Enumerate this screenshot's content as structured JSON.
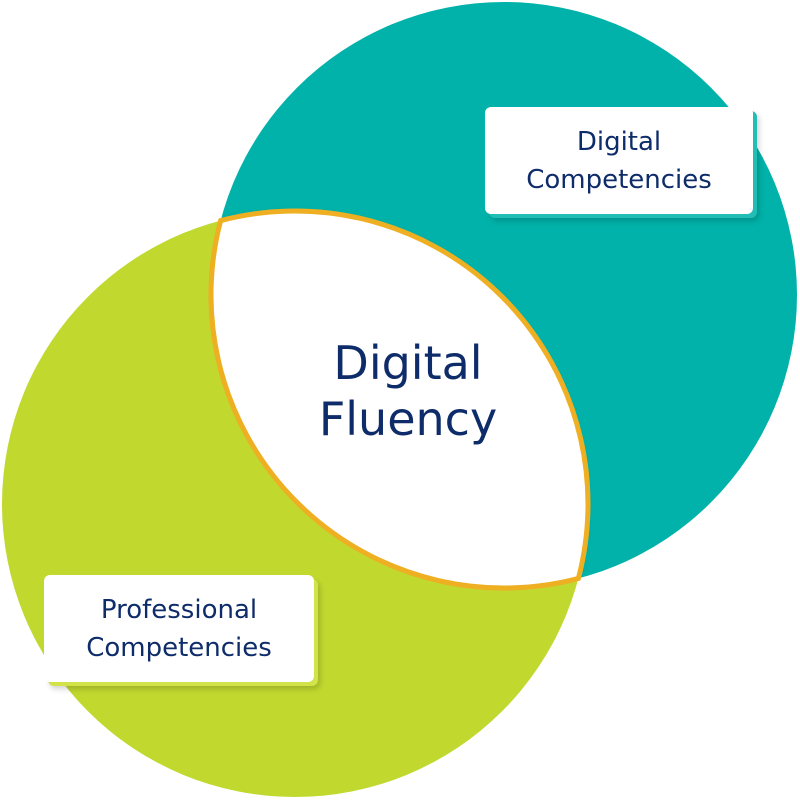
{
  "diagram": {
    "type": "venn",
    "center_label": {
      "line1": "Digital",
      "line2": "Fluency"
    },
    "sets": [
      {
        "line1": "Digital",
        "line2": "Competencies",
        "color": "#00b2a9"
      },
      {
        "line1": "Professional",
        "line2": "Competencies",
        "color": "#c1d82f"
      }
    ],
    "intersection_color": "#ffffff",
    "intersection_border": "#eeaf22",
    "text_color": "#0e2c6a"
  }
}
